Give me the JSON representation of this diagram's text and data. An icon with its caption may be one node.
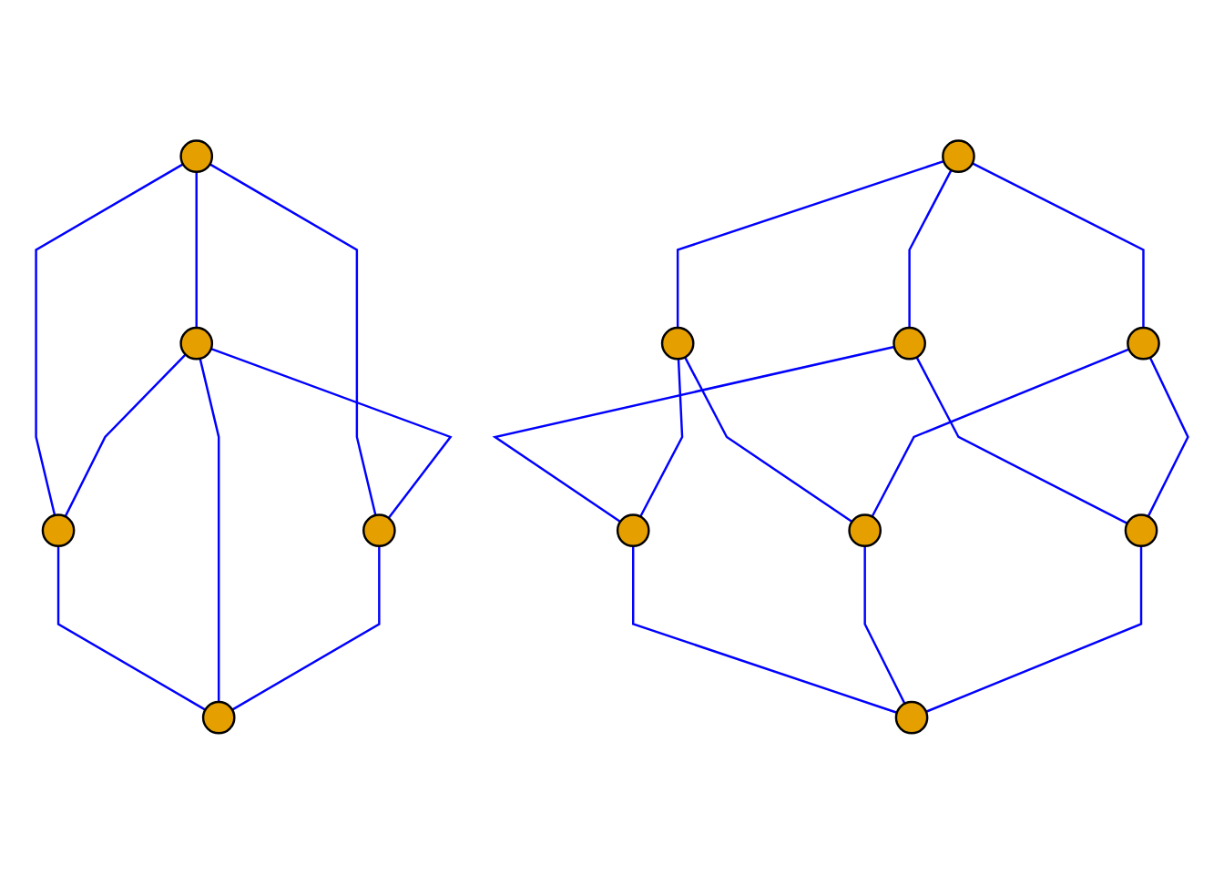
{
  "diagram": {
    "nodes": [
      {
        "text": [],
        "shape": "circle"
      },
      {
        "text": [],
        "shape": "circle"
      },
      {
        "text": [],
        "shape": "circle"
      },
      {
        "text": [],
        "shape": "circle"
      },
      {
        "text": [],
        "shape": "circle"
      },
      {
        "text": [],
        "shape": "circle"
      },
      {
        "text": [],
        "shape": "circle"
      },
      {
        "text": [],
        "shape": "circle"
      },
      {
        "text": [],
        "shape": "circle"
      },
      {
        "text": [],
        "shape": "circle"
      },
      {
        "text": [],
        "shape": "circle"
      },
      {
        "text": [],
        "shape": "circle"
      },
      {
        "text": [],
        "shape": "circle"
      }
    ],
    "edges": [
      {
        "from": 0,
        "to": 1,
        "arrow": "none"
      },
      {
        "from": 0,
        "to": 2,
        "arrow": "none"
      },
      {
        "from": 2,
        "to": 1,
        "arrow": "none"
      },
      {
        "from": 0,
        "to": 3,
        "arrow": "none"
      },
      {
        "from": 1,
        "to": 4,
        "arrow": "none"
      },
      {
        "from": 2,
        "to": 3,
        "arrow": "none"
      },
      {
        "from": 2,
        "to": 4,
        "arrow": "none"
      },
      {
        "from": 3,
        "to": 4,
        "arrow": "none"
      },
      {
        "from": 5,
        "to": 6,
        "arrow": "none"
      },
      {
        "from": 5,
        "to": 7,
        "arrow": "none"
      },
      {
        "from": 6,
        "to": 8,
        "arrow": "none"
      },
      {
        "from": 5,
        "to": 11,
        "arrow": "none"
      },
      {
        "from": 6,
        "to": 12,
        "arrow": "none"
      },
      {
        "from": 7,
        "to": 8,
        "arrow": "none"
      },
      {
        "from": 7,
        "to": 9,
        "arrow": "none"
      },
      {
        "from": 8,
        "to": 10,
        "arrow": "none"
      },
      {
        "from": 9,
        "to": 10,
        "arrow": "none"
      },
      {
        "from": 11,
        "to": 9,
        "arrow": "none"
      },
      {
        "from": 12,
        "to": 10,
        "arrow": "none"
      },
      {
        "from": 11,
        "to": 12,
        "arrow": "none"
      }
    ]
  }
}
